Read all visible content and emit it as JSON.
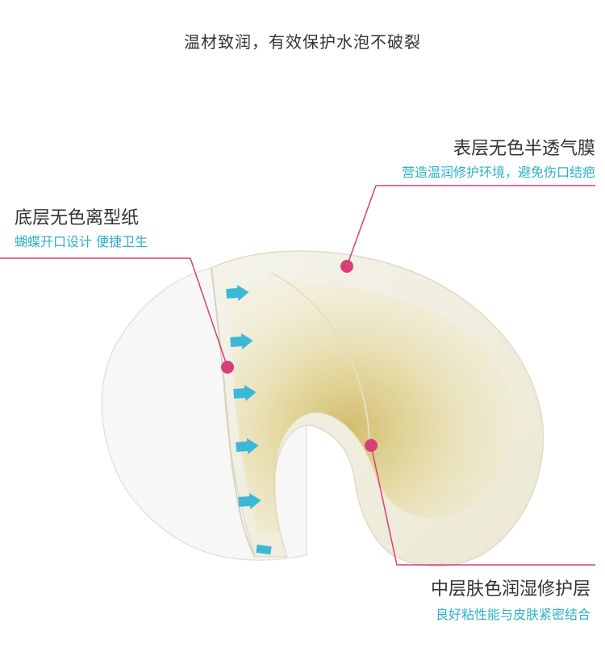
{
  "headline": "温材致润，有效保护水泡不破裂",
  "callouts": {
    "top_layer": {
      "title": "表层无色半透气膜",
      "subtitle": "营造温润修护环境，避免伤口结疤"
    },
    "bottom_layer": {
      "title": "底层无色离型纸",
      "subtitle": "蝴蝶开口设计 便捷卫生"
    },
    "middle_layer": {
      "title": "中层肤色润湿修护层",
      "subtitle": "良好粘性能与皮肤紧密结合"
    }
  },
  "colors": {
    "pointer": "#d83f78",
    "accent": "#2fb0c8",
    "arrow": "#3bb8d8",
    "gel": "#d9c46a"
  },
  "icons": {
    "arrow": "arrow-right-icon"
  }
}
